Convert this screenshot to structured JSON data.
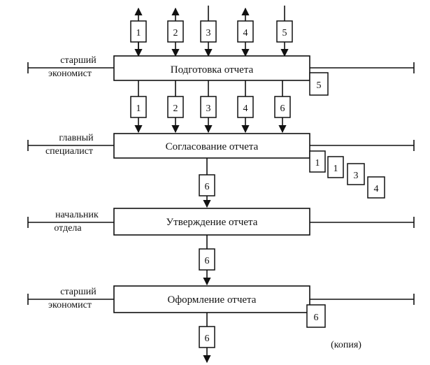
{
  "roles": [
    {
      "line1": "старший",
      "line2": "экономист"
    },
    {
      "line1": "главный",
      "line2": "специалист"
    },
    {
      "line1": "начальник",
      "line2": "отдела"
    },
    {
      "line1": "старший",
      "line2": "экономист"
    }
  ],
  "processes": [
    "Подготовка отчета",
    "Согласование отчета",
    "Утверждение отчета",
    "Оформление отчета"
  ],
  "docs": {
    "prep_inputs": [
      "1",
      "2",
      "3",
      "4",
      "5"
    ],
    "prep_side": "5",
    "prep_outputs": [
      "1",
      "2",
      "3",
      "4",
      "6"
    ],
    "approval_side": [
      "1",
      "1",
      "3",
      "4"
    ],
    "approval_output": "6",
    "confirm_output": "6",
    "final_side": "6",
    "final_output": "6"
  },
  "note": "(копия)"
}
